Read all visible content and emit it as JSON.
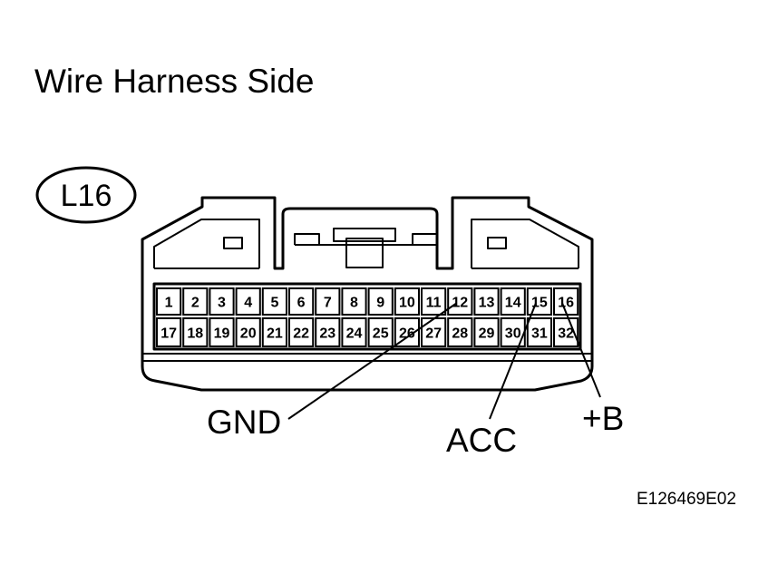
{
  "title": "Wire Harness Side",
  "connector_id": "L16",
  "pins_top": [
    "1",
    "2",
    "3",
    "4",
    "5",
    "6",
    "7",
    "8",
    "9",
    "10",
    "11",
    "12",
    "13",
    "14",
    "15",
    "16"
  ],
  "pins_bottom": [
    "17",
    "18",
    "19",
    "20",
    "21",
    "22",
    "23",
    "24",
    "25",
    "26",
    "27",
    "28",
    "29",
    "30",
    "31",
    "32"
  ],
  "callouts": [
    {
      "label": "GND",
      "pin": "12"
    },
    {
      "label": "ACC",
      "pin": "15"
    },
    {
      "label": "+B",
      "pin": "16"
    }
  ],
  "reference_code": "E126469E02"
}
